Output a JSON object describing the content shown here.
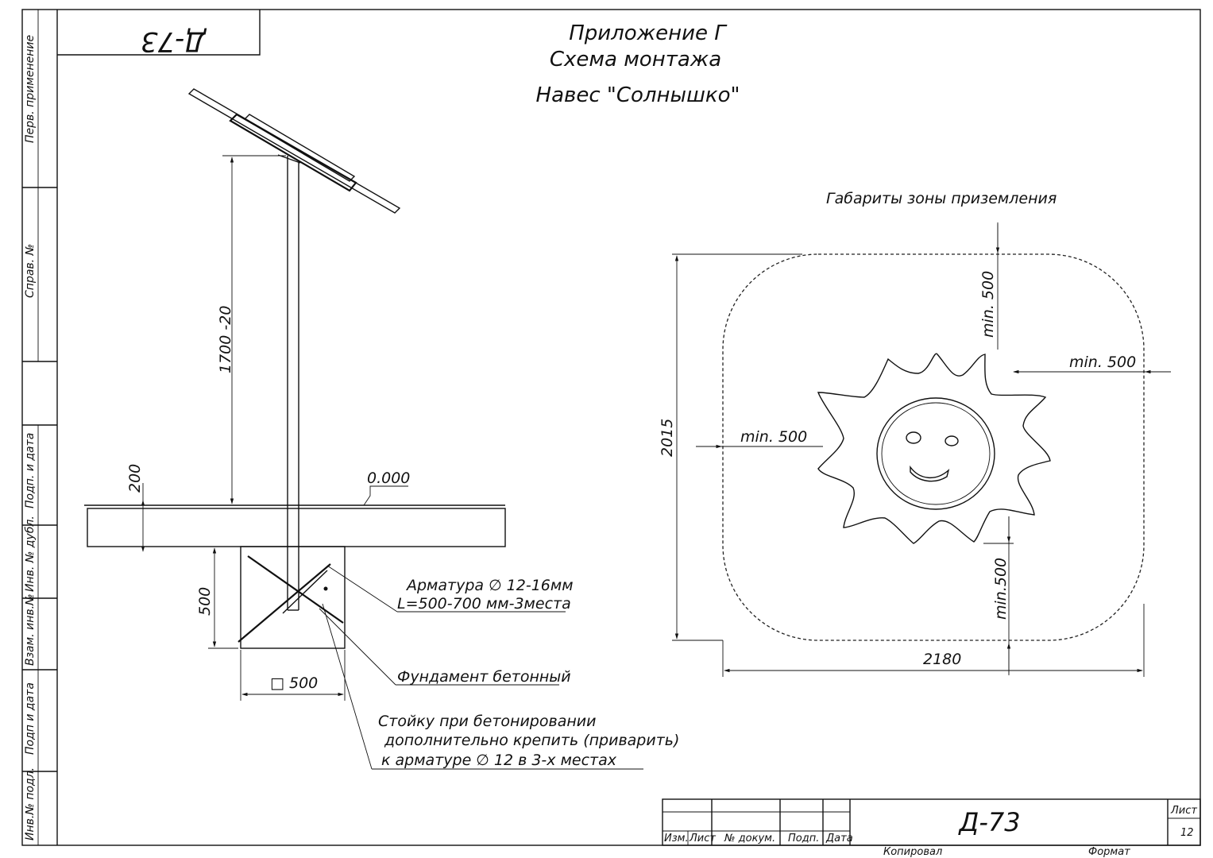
{
  "stamp_top": "Д-73",
  "title": {
    "line1": "Приложение Г",
    "line2": "Схема монтажа",
    "line3": "Навес \"Солнышко\""
  },
  "sidebar": {
    "perv": "Перв. применение",
    "sprav": "Справ. №",
    "podp1": "Подп. и дата",
    "inv_dubl": "Инв. № дубл.",
    "vzam": "Взам. инв.№",
    "podp2": "Подп и дата",
    "inv_podl": "Инв.№ подл."
  },
  "left_drawing": {
    "height_dim": "1700 -20",
    "slab_dim": "200",
    "level_mark": "0.000",
    "depth_dim": "500",
    "width_dim": "□ 500",
    "rebar_note_1": "Арматура ∅ 12-16мм",
    "rebar_note_2": "L=500-700 мм-3места",
    "foundation_note": "Фундамент бетонный",
    "post_note_1": "Стойку при бетонировании",
    "post_note_2": "дополнительно крепить (приварить)",
    "post_note_3": "к арматуре ∅ 12 в 3-х местах"
  },
  "right_drawing": {
    "caption": "Габариты зоны приземления",
    "height_dim": "2015",
    "width_dim": "2180",
    "min_top": "min. 500",
    "min_right": "min. 500",
    "min_left": "min. 500",
    "min_bottom": "min.500"
  },
  "title_block": {
    "code": "Д-73",
    "col_izm": "Изм.",
    "col_list": "Лист",
    "col_docum": "№ докум.",
    "col_podp": "Подп.",
    "col_data": "Дата",
    "list_label": "Лист",
    "list_value": "12",
    "kopiroval": "Копировал",
    "format": "Формат"
  }
}
